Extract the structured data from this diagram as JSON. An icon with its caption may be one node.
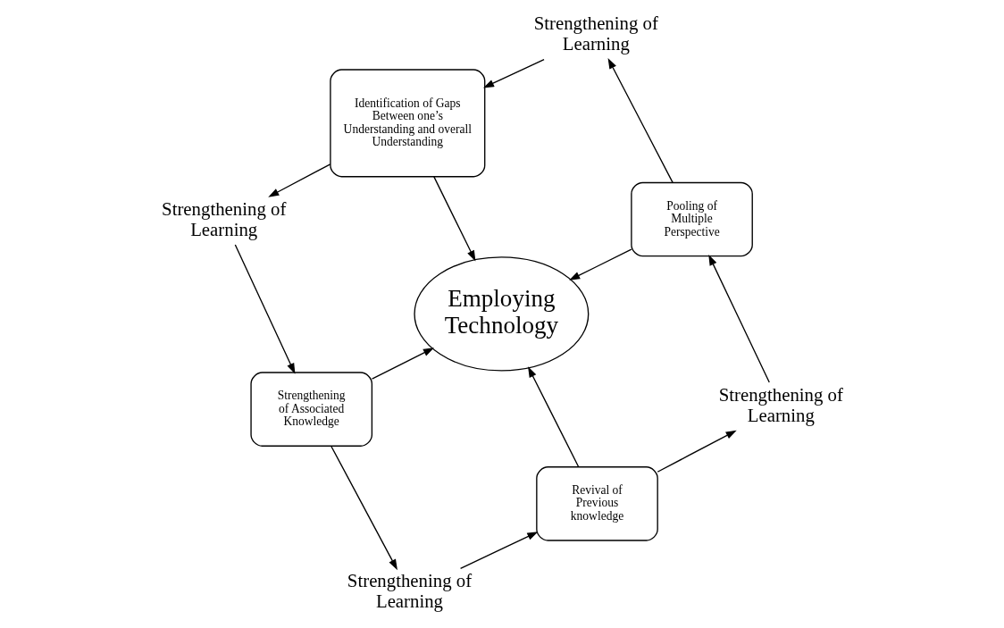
{
  "diagram": {
    "nodes": [
      {
        "text": [
          "Revival of Previous knowledge"
        ]
      },
      {
        "text": [
          "Strengthening of Learning"
        ]
      },
      {
        "text": [
          "Pooling of Multiple Perspective"
        ]
      },
      {
        "text": [
          "Strengthening of Learning"
        ]
      },
      {
        "text": [
          "Identification of Gaps Between one’s Understanding and overall Understanding"
        ]
      },
      {
        "text": [
          "Strengthening of Learning"
        ]
      },
      {
        "text": [
          "Strengthening of Associated Knowledge"
        ]
      },
      {
        "text": [
          "Strengthening of Learning"
        ]
      },
      {
        "text": [
          "Employing Technology"
        ]
      }
    ],
    "edges": [
      {
        "from": 0,
        "to": 1,
        "arrow": "to"
      },
      {
        "from": 1,
        "to": 2,
        "arrow": "to"
      },
      {
        "from": 2,
        "to": 3,
        "arrow": "to"
      },
      {
        "from": 3,
        "to": 4,
        "arrow": "to"
      },
      {
        "from": 4,
        "to": 5,
        "arrow": "to"
      },
      {
        "from": 5,
        "to": 6,
        "arrow": "to"
      },
      {
        "from": 6,
        "to": 7,
        "arrow": "to"
      },
      {
        "from": 7,
        "to": 0,
        "arrow": "to"
      },
      {
        "from": 0,
        "to": 8,
        "arrow": "to"
      },
      {
        "from": 2,
        "to": 8,
        "arrow": "to"
      },
      {
        "from": 4,
        "to": 8,
        "arrow": "to"
      },
      {
        "from": 6,
        "to": 8,
        "arrow": "to"
      }
    ]
  }
}
